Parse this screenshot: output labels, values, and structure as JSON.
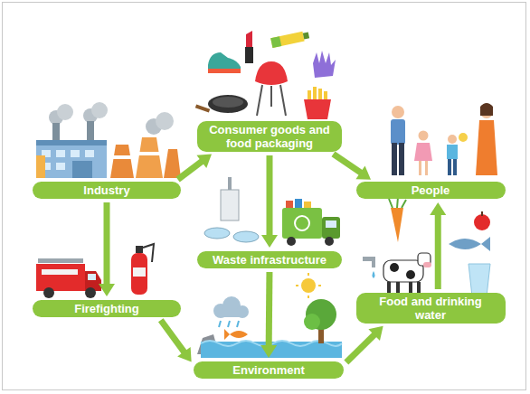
{
  "diagram": {
    "nodes": [
      {
        "text": [
          "Consumer goods and food packaging"
        ]
      },
      {
        "text": [
          "Industry"
        ]
      },
      {
        "text": [
          "People"
        ]
      },
      {
        "text": [
          "Waste infrastructure"
        ]
      },
      {
        "text": [
          "Firefighting"
        ]
      },
      {
        "text": [
          "Food and drinking water"
        ]
      },
      {
        "text": [
          "Environment"
        ]
      }
    ],
    "edges": [
      {
        "from": 1,
        "to": 0,
        "arrow": "to"
      },
      {
        "from": 1,
        "to": 4,
        "arrow": "to"
      },
      {
        "from": 0,
        "to": 3,
        "arrow": "to"
      },
      {
        "from": 0,
        "to": 2,
        "arrow": "to"
      },
      {
        "from": 3,
        "to": 6,
        "arrow": "to"
      },
      {
        "from": 4,
        "to": 6,
        "arrow": "to"
      },
      {
        "from": 6,
        "to": 5,
        "arrow": "to"
      },
      {
        "from": 5,
        "to": 2,
        "arrow": "to"
      }
    ]
  }
}
